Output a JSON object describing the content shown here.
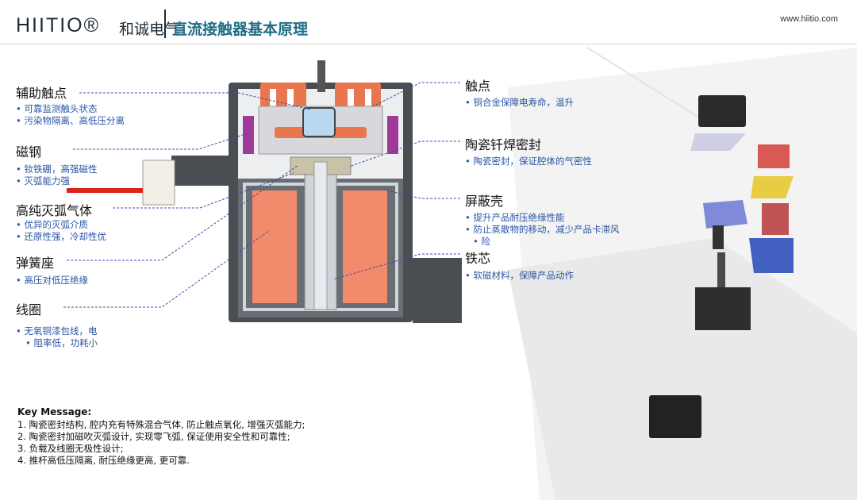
{
  "header": {
    "brand": "HIITIO®",
    "brand_cn": "和诚电气",
    "title": "直流接触器基本原理",
    "url": "www.hiitio.com"
  },
  "labels_left": [
    {
      "title": "辅助触点",
      "desc": [
        "可靠监测触头状态",
        "污染物隔离、高低压分离"
      ]
    },
    {
      "title": "磁钢",
      "desc": [
        "钕铁硼，高强磁性",
        "灭弧能力强"
      ]
    },
    {
      "title": "高纯灭弧气体",
      "desc": [
        "优异的灭弧介质",
        "还原性强，冷却性优"
      ]
    },
    {
      "title": "弹簧座",
      "desc": [
        "高压对低压绝缘"
      ]
    },
    {
      "title": "线圈",
      "desc": [
        "无氧铜漆包线，电",
        "阻率低，功耗小"
      ]
    }
  ],
  "labels_right": [
    {
      "title": "触点",
      "desc": [
        "铜合金保障电寿命，温升"
      ]
    },
    {
      "title": "陶瓷钎焊密封",
      "desc": [
        "陶瓷密封，保证腔体的气密性"
      ]
    },
    {
      "title": "屏蔽壳",
      "desc": [
        "提升产品耐压绝缘性能",
        "防止蒸散物的移动，减少产品卡滞风",
        "险"
      ]
    },
    {
      "title": "铁芯",
      "desc": [
        "软磁材料，保障产品动作"
      ]
    }
  ],
  "key_message": {
    "title": "Key Message:",
    "items": [
      "1. 陶瓷密封结构, 腔内充有特殊混合气体, 防止触点氧化, 增强灭弧能力;",
      "2. 陶瓷密封加磁吹灭弧设计, 实现零飞弧, 保证使用安全性和可靠性;",
      "3. 负载及线圈无极性设计;",
      "4. 推杆高低压隔离, 耐压绝缘更高, 更可靠."
    ]
  },
  "colors": {
    "title_accent": "#1f6c86",
    "desc_blue": "#2b56a3",
    "coil_orange": "#f28a6c",
    "contact_orange": "#e8764f",
    "magnet_purple": "#a03a9a",
    "housing_gray": "#4a4d52",
    "leader_blue": "#3f4fa8"
  }
}
